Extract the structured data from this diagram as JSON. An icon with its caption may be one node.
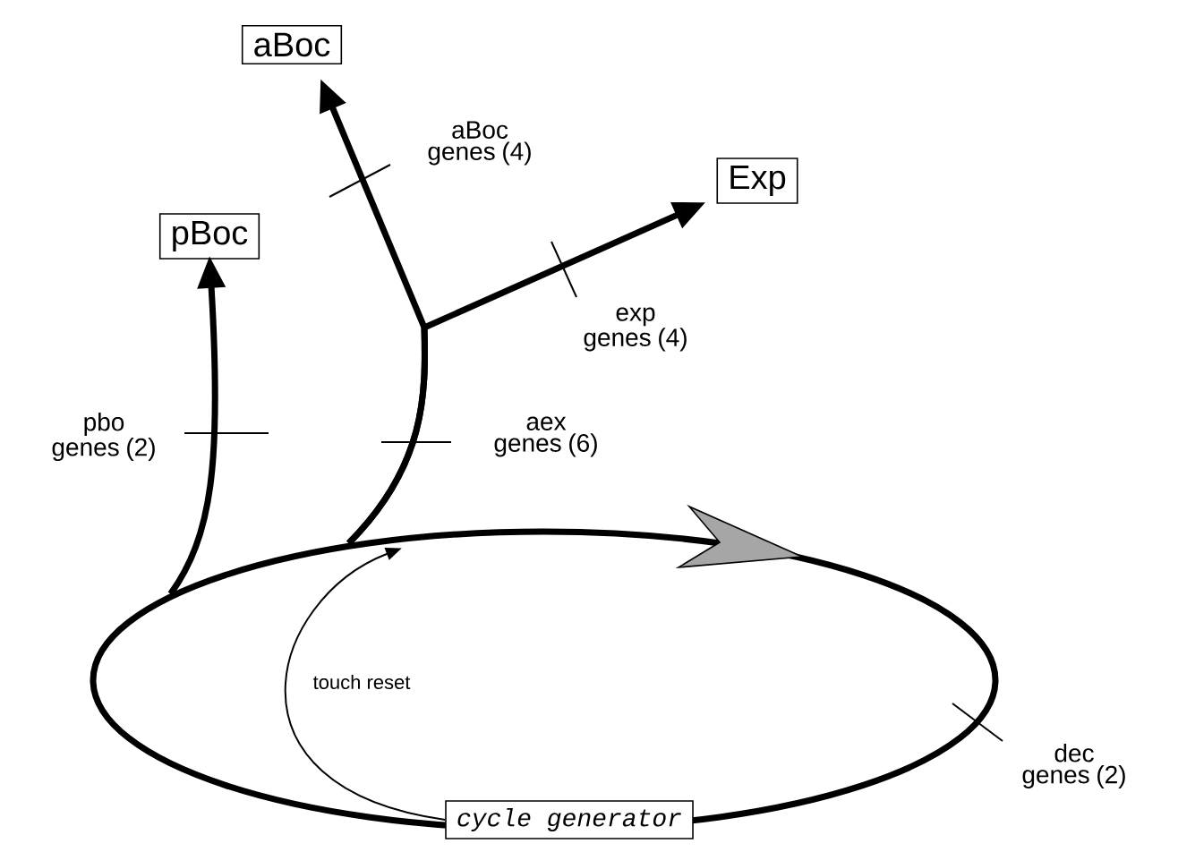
{
  "diagram": {
    "nodes": [
      {
        "text": [
          "aBoc"
        ]
      },
      {
        "text": [
          "Exp"
        ]
      },
      {
        "text": [
          "pBoc"
        ]
      },
      {
        "text": [
          "cycle generator"
        ]
      },
      {
        "text": [],
        "shape": "ellipse"
      }
    ],
    "edges": [
      {
        "from": 4,
        "to": 2,
        "arrow": "to"
      },
      {
        "from": 4,
        "to": 0,
        "arrow": "to"
      },
      {
        "from": 4,
        "to": 1,
        "arrow": "to"
      },
      {
        "from": 3,
        "to": 4,
        "arrow": "to",
        "label": "touch reset"
      }
    ],
    "labels": [
      "aBoc genes (4)",
      "exp genes (4)",
      "pbo genes (2)",
      "aex genes (6)",
      "dec genes (2)"
    ]
  }
}
